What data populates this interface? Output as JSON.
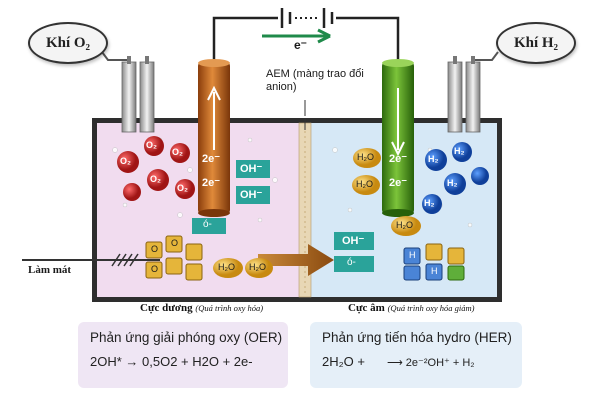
{
  "gas_left": "Khí O₂",
  "gas_right": "Khí H₂",
  "electron_label": "e⁻",
  "membrane_label": "AEM (màng trao đổi anion)",
  "cooling_label": "Làm mát",
  "anode_title": "Cực dương",
  "anode_note": "(Quá trình oxy hóa)",
  "cathode_title": "Cực âm",
  "cathode_note": "(Quá trình oxy hóa giảm)",
  "oh_label": "OH⁻",
  "electron2": "2e⁻",
  "o_label": "ó-",
  "o2_label": "O₂",
  "h2_label": "H₂",
  "h2o_label": "H₂O",
  "o_small": "O",
  "h_small": "H",
  "oer": {
    "title": "Phản ứng giải phóng oxy (OER)",
    "equation": "2OH* → 0,5O2 + H2O + 2e-"
  },
  "her": {
    "title": "Phản ứng tiến hóa hydro (HER)",
    "eq_left": "2H₂O +",
    "eq_right": "⟶ 2e⁻²OH⁺ + H₂"
  },
  "colors": {
    "anode_bg": "#f1dcef",
    "cathode_bg": "#d6e8f6",
    "anode_electrode": "#c8621a",
    "cathode_electrode": "#4f9a1e",
    "o2_molecule": "#c62828",
    "h2_molecule": "#1e63c4",
    "oh_box": "#2aa39a",
    "membrane": "#e8d7b5"
  }
}
